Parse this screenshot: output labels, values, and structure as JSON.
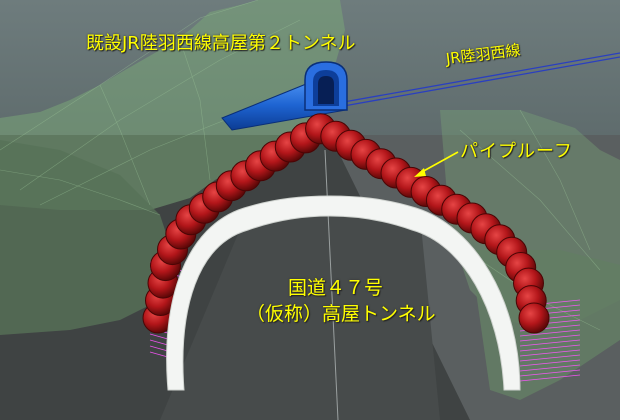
{
  "labels": {
    "existing_tunnel": "既設JR陸羽西線高屋第２トンネル",
    "railway_line": "JR陸羽西線",
    "pipe_roof": "パイプルーフ",
    "new_tunnel_line1": "国道４７号",
    "new_tunnel_line2": "（仮称）高屋トンネル"
  },
  "colors": {
    "sky": "#6a7879",
    "ground_dark": "#3e4141",
    "ground_mid": "#595e5f",
    "hill": "#6f9a6e",
    "existing_tunnel": "#1e64d2",
    "railway_line": "#2a3fc0",
    "pipe_roof": "#bb1a1a",
    "tunnel_lining": "#f3f5f3",
    "bolts": "#ff44ff",
    "label_text": "#ffff00"
  },
  "pipe_roof": {
    "pipe_count": 33
  }
}
